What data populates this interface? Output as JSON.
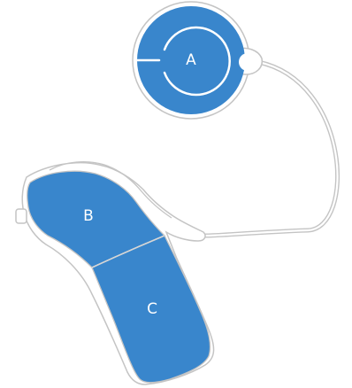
{
  "parts": [
    {
      "id": "coil",
      "label": "A"
    },
    {
      "id": "processor-upper",
      "label": "B"
    },
    {
      "id": "processor-lower",
      "label": "C"
    }
  ],
  "colors": {
    "part_fill": "#3986cc",
    "outline": "#c4c4c4",
    "label": "#ffffff"
  }
}
